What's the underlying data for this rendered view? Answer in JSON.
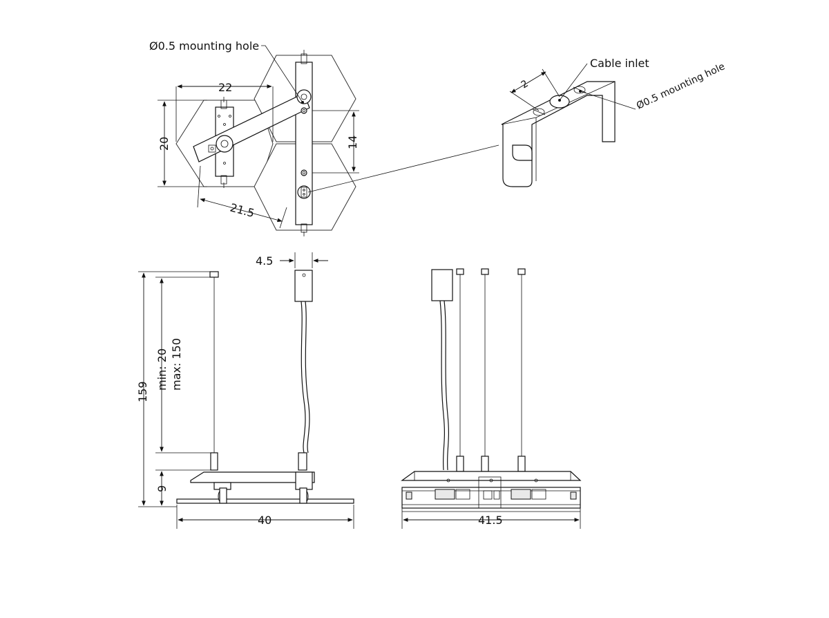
{
  "labels": {
    "mount_hole_top": "Ø0.5 mounting hole",
    "cable_inlet": "Cable inlet",
    "mount_hole_bracket": "Ø0.5 mounting hole"
  },
  "dimensions": {
    "width_22": "22",
    "height_20": "20",
    "spacing_14": "14",
    "diag_21_5": "21.5",
    "bracket_2": "2",
    "canopy_4_5": "4.5",
    "total_159": "159",
    "cable_min": "min: 20",
    "cable_max": "max: 150",
    "panel_9": "9",
    "width_40": "40",
    "width_41_5": "41.5"
  }
}
